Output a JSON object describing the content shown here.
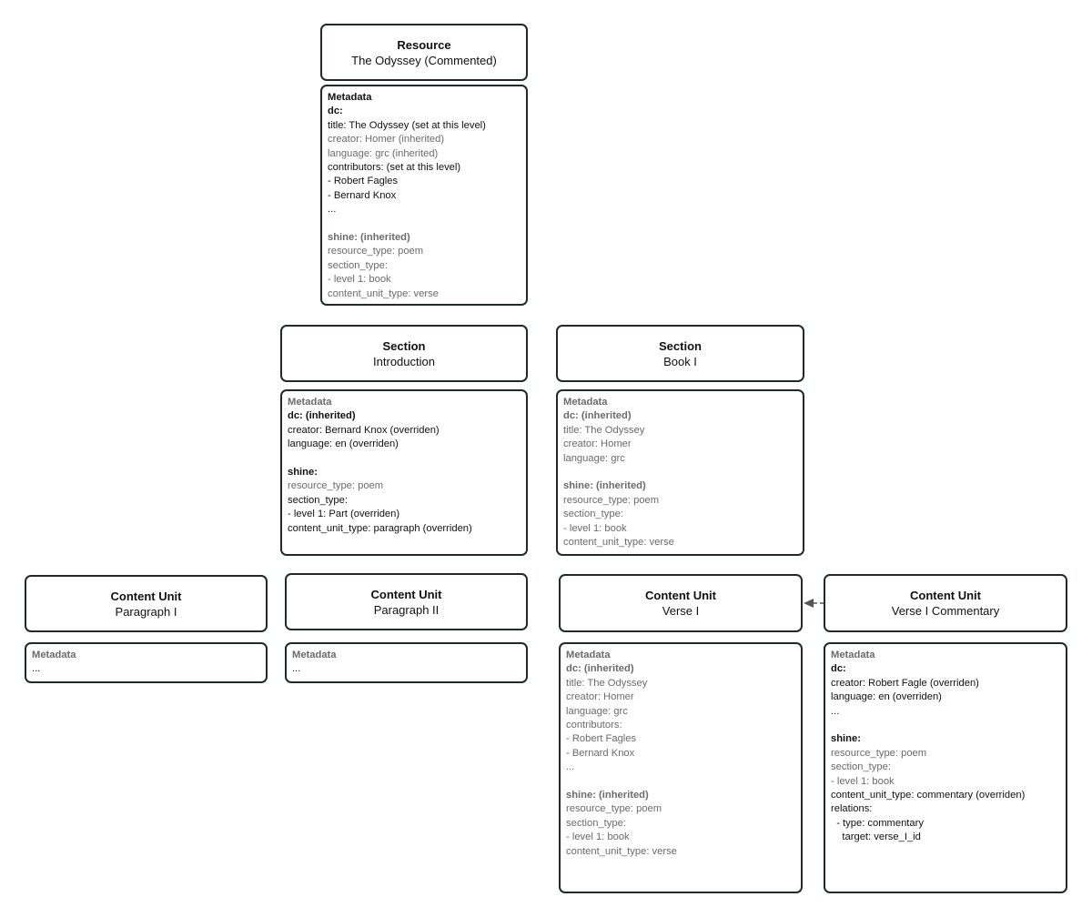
{
  "resource": {
    "kind": "Resource",
    "name": "The Odyssey (Commented)",
    "metadata": [
      {
        "text": "Metadata",
        "style": "b-set"
      },
      {
        "text": "dc:",
        "style": "b-set"
      },
      {
        "text": "title: The Odyssey (set at this level)",
        "style": "set"
      },
      {
        "text": "creator: Homer (inherited)",
        "style": "inh"
      },
      {
        "text": "language: grc (inherited)",
        "style": "inh"
      },
      {
        "text": "contributors: (set at this level)",
        "style": "set"
      },
      {
        "text": "- Robert Fagles",
        "style": "set"
      },
      {
        "text": "- Bernard Knox",
        "style": "set"
      },
      {
        "text": "...",
        "style": "set"
      },
      {
        "text": "",
        "style": "set"
      },
      {
        "text": "shine: (inherited)",
        "style": "b-inh"
      },
      {
        "text": "resource_type: poem",
        "style": "inh"
      },
      {
        "text": "section_type:",
        "style": "inh"
      },
      {
        "text": "- level 1: book",
        "style": "inh"
      },
      {
        "text": "content_unit_type: verse",
        "style": "inh"
      }
    ]
  },
  "section_intro": {
    "kind": "Section",
    "name": "Introduction",
    "metadata": [
      {
        "text": "Metadata",
        "style": "b-inh"
      },
      {
        "text": "dc: (inherited)",
        "style": "b-set"
      },
      {
        "text": "creator: Bernard Knox (overriden)",
        "style": "set"
      },
      {
        "text": "language: en (overriden)",
        "style": "set"
      },
      {
        "text": "",
        "style": "set"
      },
      {
        "text": "shine:",
        "style": "b-set"
      },
      {
        "text": "resource_type: poem",
        "style": "inh"
      },
      {
        "text": "section_type:",
        "style": "set"
      },
      {
        "text": "- level 1: Part (overriden)",
        "style": "set"
      },
      {
        "text": "content_unit_type: paragraph (overriden)",
        "style": "set"
      }
    ]
  },
  "section_book": {
    "kind": "Section",
    "name": "Book I",
    "metadata": [
      {
        "text": "Metadata",
        "style": "b-inh"
      },
      {
        "text": "dc: (inherited)",
        "style": "b-inh"
      },
      {
        "text": "title: The Odyssey",
        "style": "inh"
      },
      {
        "text": "creator: Homer",
        "style": "inh"
      },
      {
        "text": "language: grc",
        "style": "inh"
      },
      {
        "text": "",
        "style": "inh"
      },
      {
        "text": "shine: (inherited)",
        "style": "b-inh"
      },
      {
        "text": "resource_type: poem",
        "style": "inh"
      },
      {
        "text": "section_type:",
        "style": "inh"
      },
      {
        "text": "- level 1: book",
        "style": "inh"
      },
      {
        "text": "content_unit_type: verse",
        "style": "inh"
      }
    ]
  },
  "cu_par1": {
    "kind": "Content Unit",
    "name": "Paragraph I",
    "metadata": [
      {
        "text": "Metadata",
        "style": "b-inh"
      },
      {
        "text": "...",
        "style": "set"
      }
    ]
  },
  "cu_par2": {
    "kind": "Content Unit",
    "name": "Paragraph II",
    "metadata": [
      {
        "text": "Metadata",
        "style": "b-inh"
      },
      {
        "text": "...",
        "style": "set"
      }
    ]
  },
  "cu_verse1": {
    "kind": "Content Unit",
    "name": "Verse I",
    "metadata": [
      {
        "text": "Metadata",
        "style": "b-inh"
      },
      {
        "text": "dc: (inherited)",
        "style": "b-inh"
      },
      {
        "text": "title: The Odyssey",
        "style": "inh"
      },
      {
        "text": "creator: Homer",
        "style": "inh"
      },
      {
        "text": "language: grc",
        "style": "inh"
      },
      {
        "text": "contributors:",
        "style": "inh"
      },
      {
        "text": "- Robert Fagles",
        "style": "inh"
      },
      {
        "text": "- Bernard Knox",
        "style": "inh"
      },
      {
        "text": "...",
        "style": "inh"
      },
      {
        "text": "",
        "style": "inh"
      },
      {
        "text": "shine: (inherited)",
        "style": "b-inh"
      },
      {
        "text": "resource_type: poem",
        "style": "inh"
      },
      {
        "text": "section_type:",
        "style": "inh"
      },
      {
        "text": "- level 1: book",
        "style": "inh"
      },
      {
        "text": "content_unit_type: verse",
        "style": "inh"
      }
    ]
  },
  "cu_comm": {
    "kind": "Content Unit",
    "name": "Verse I Commentary",
    "metadata": [
      {
        "text": "Metadata",
        "style": "b-inh"
      },
      {
        "text": "dc:",
        "style": "b-set"
      },
      {
        "text": "creator: Robert Fagle (overriden)",
        "style": "set"
      },
      {
        "text": "language: en (overriden)",
        "style": "set"
      },
      {
        "text": "...",
        "style": "set"
      },
      {
        "text": "",
        "style": "set"
      },
      {
        "text": "shine:",
        "style": "b-set"
      },
      {
        "text": "resource_type: poem",
        "style": "inh"
      },
      {
        "text": "section_type:",
        "style": "inh"
      },
      {
        "text": "- level 1: book",
        "style": "inh"
      },
      {
        "text": "content_unit_type: commentary (overriden)",
        "style": "set"
      },
      {
        "text": "relations:",
        "style": "set"
      },
      {
        "text": "  - type: commentary",
        "style": "set"
      },
      {
        "text": "    target: verse_I_id",
        "style": "set"
      }
    ]
  },
  "colors": {
    "inherited": "#6b6b6b",
    "set": "#111111",
    "border": "#1f2a29",
    "arrow": "#555555"
  }
}
